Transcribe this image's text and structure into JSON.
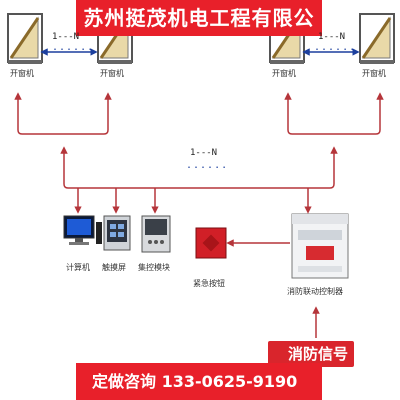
{
  "header": {
    "company_name": "苏州挺茂机电工程有限公司"
  },
  "footer": {
    "contact_text": "定做咨询 133-0625-9190"
  },
  "signal_box": {
    "text": "消防信号"
  },
  "top_connector": {
    "label_left": "1---N",
    "label_right": "1---N",
    "dots": "......"
  },
  "bus": {
    "label": "1---N",
    "dots": "......"
  },
  "windows": [
    {
      "label": "开窗机"
    },
    {
      "label": "开窗机"
    },
    {
      "label": "开窗机"
    },
    {
      "label": "开窗机"
    }
  ],
  "devices": {
    "computer": "计算机",
    "touchscreen": "触摸屏",
    "control_module": "集控模块",
    "emergency_button": "紧急按钮",
    "fire_controller": "消防联动控制器"
  },
  "colors": {
    "line": "#b5353a",
    "banner": "#e8202a"
  }
}
